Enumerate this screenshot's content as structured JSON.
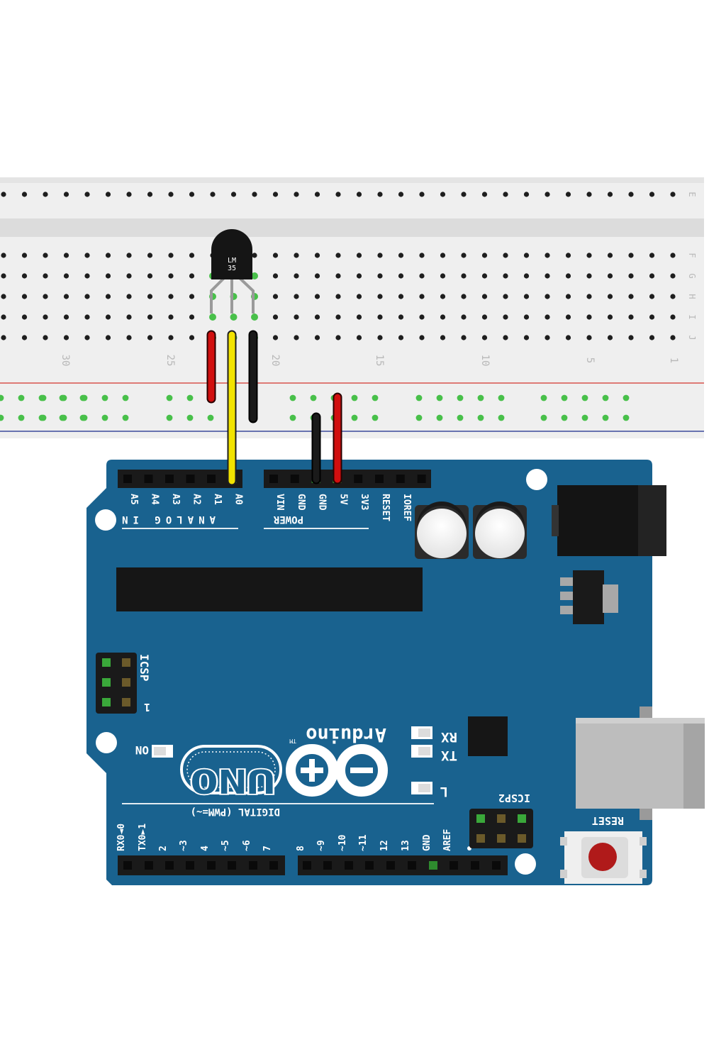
{
  "breadboard": {
    "row_letters": [
      "E",
      "F",
      "G",
      "H",
      "I",
      "J"
    ],
    "column_numbers": [
      "30",
      "25",
      "20",
      "15",
      "10",
      "5",
      "1"
    ],
    "colors": {
      "body": "#efefef",
      "gutter": "#dcdcdc",
      "rail_red": "#d9534f",
      "rail_blue": "#3b4a9b",
      "active_hole": "#48c04a"
    }
  },
  "sensor": {
    "line1": "LM",
    "line2": "35"
  },
  "wires": [
    {
      "name": "yellow-wire",
      "color": "#f2e300"
    },
    {
      "name": "red-wire-sensor",
      "color": "#d10f0f"
    },
    {
      "name": "black-wire-sensor",
      "color": "#1a1a1a"
    },
    {
      "name": "black-wire-gnd",
      "color": "#1a1a1a"
    },
    {
      "name": "red-wire-5v",
      "color": "#d10f0f"
    }
  ],
  "arduino": {
    "board_color": "#19628f",
    "analog_pins": [
      "A5",
      "A4",
      "A3",
      "A2",
      "A1",
      "A0"
    ],
    "analog_header": "ANALOG IN",
    "power_pins": [
      "VIN",
      "GND",
      "GND",
      "5V",
      "3V3",
      "RESET",
      "IOREF"
    ],
    "power_header": "POWER",
    "icsp_label": "ICSP",
    "icsp_pin1": "1",
    "icsp2_label": "ICSP2",
    "rx_label": "RX",
    "tx_label": "TX",
    "l_label": "L",
    "on_label": "ON",
    "brand": "Arduino",
    "tm": "TM",
    "model": "UNO",
    "digital_header": "DIGITAL (PWM=~)",
    "digital_pins_left": [
      "RX0◄0",
      "TX0►1",
      "2",
      "~3",
      "4",
      "~5",
      "~6",
      "7"
    ],
    "digital_pins_right": [
      "8",
      "~9",
      "~10",
      "~11",
      "12",
      "13",
      "GND",
      "AREF"
    ],
    "reset_label": "RESET"
  }
}
